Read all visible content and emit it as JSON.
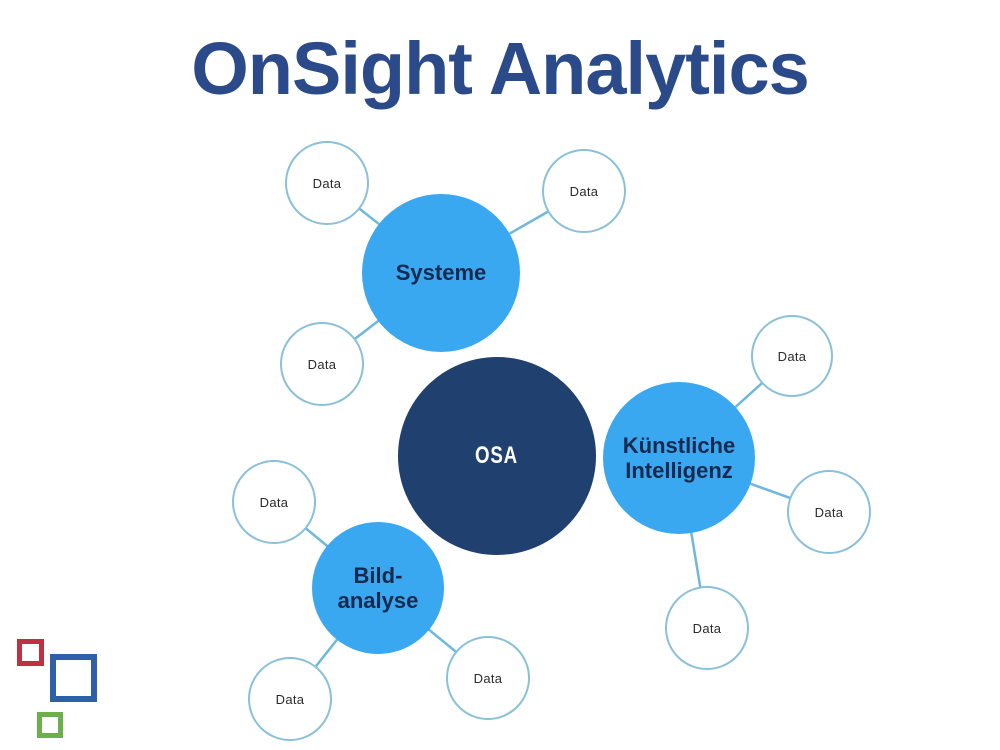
{
  "title": "OnSight Analytics",
  "diagram": {
    "center_node": {
      "label": "OSA"
    },
    "branches": [
      {
        "id": "systeme",
        "label_lines": [
          "Systeme"
        ],
        "children": [
          {
            "label": "Data"
          },
          {
            "label": "Data"
          },
          {
            "label": "Data"
          }
        ]
      },
      {
        "id": "kuenstliche-intelligenz",
        "label_lines": [
          "Künstliche",
          "Intelligenz"
        ],
        "children": [
          {
            "label": "Data"
          },
          {
            "label": "Data"
          },
          {
            "label": "Data"
          }
        ]
      },
      {
        "id": "bild-analyse",
        "label_lines": [
          "Bild-",
          "analyse"
        ],
        "children": [
          {
            "label": "Data"
          },
          {
            "label": "Data"
          },
          {
            "label": "Data"
          }
        ]
      }
    ]
  },
  "colors": {
    "title": "#2b4a8a",
    "center_node_fill": "#20406f",
    "branch_fill": "#3aa8f0",
    "branch_text": "#16294f",
    "data_stroke": "#8ac0d8",
    "data_text": "#2b2b2b",
    "connector": "#6fb8dc",
    "logo_red": "#bf3040",
    "logo_blue": "#2f5fa9",
    "logo_green": "#6cb04c"
  }
}
